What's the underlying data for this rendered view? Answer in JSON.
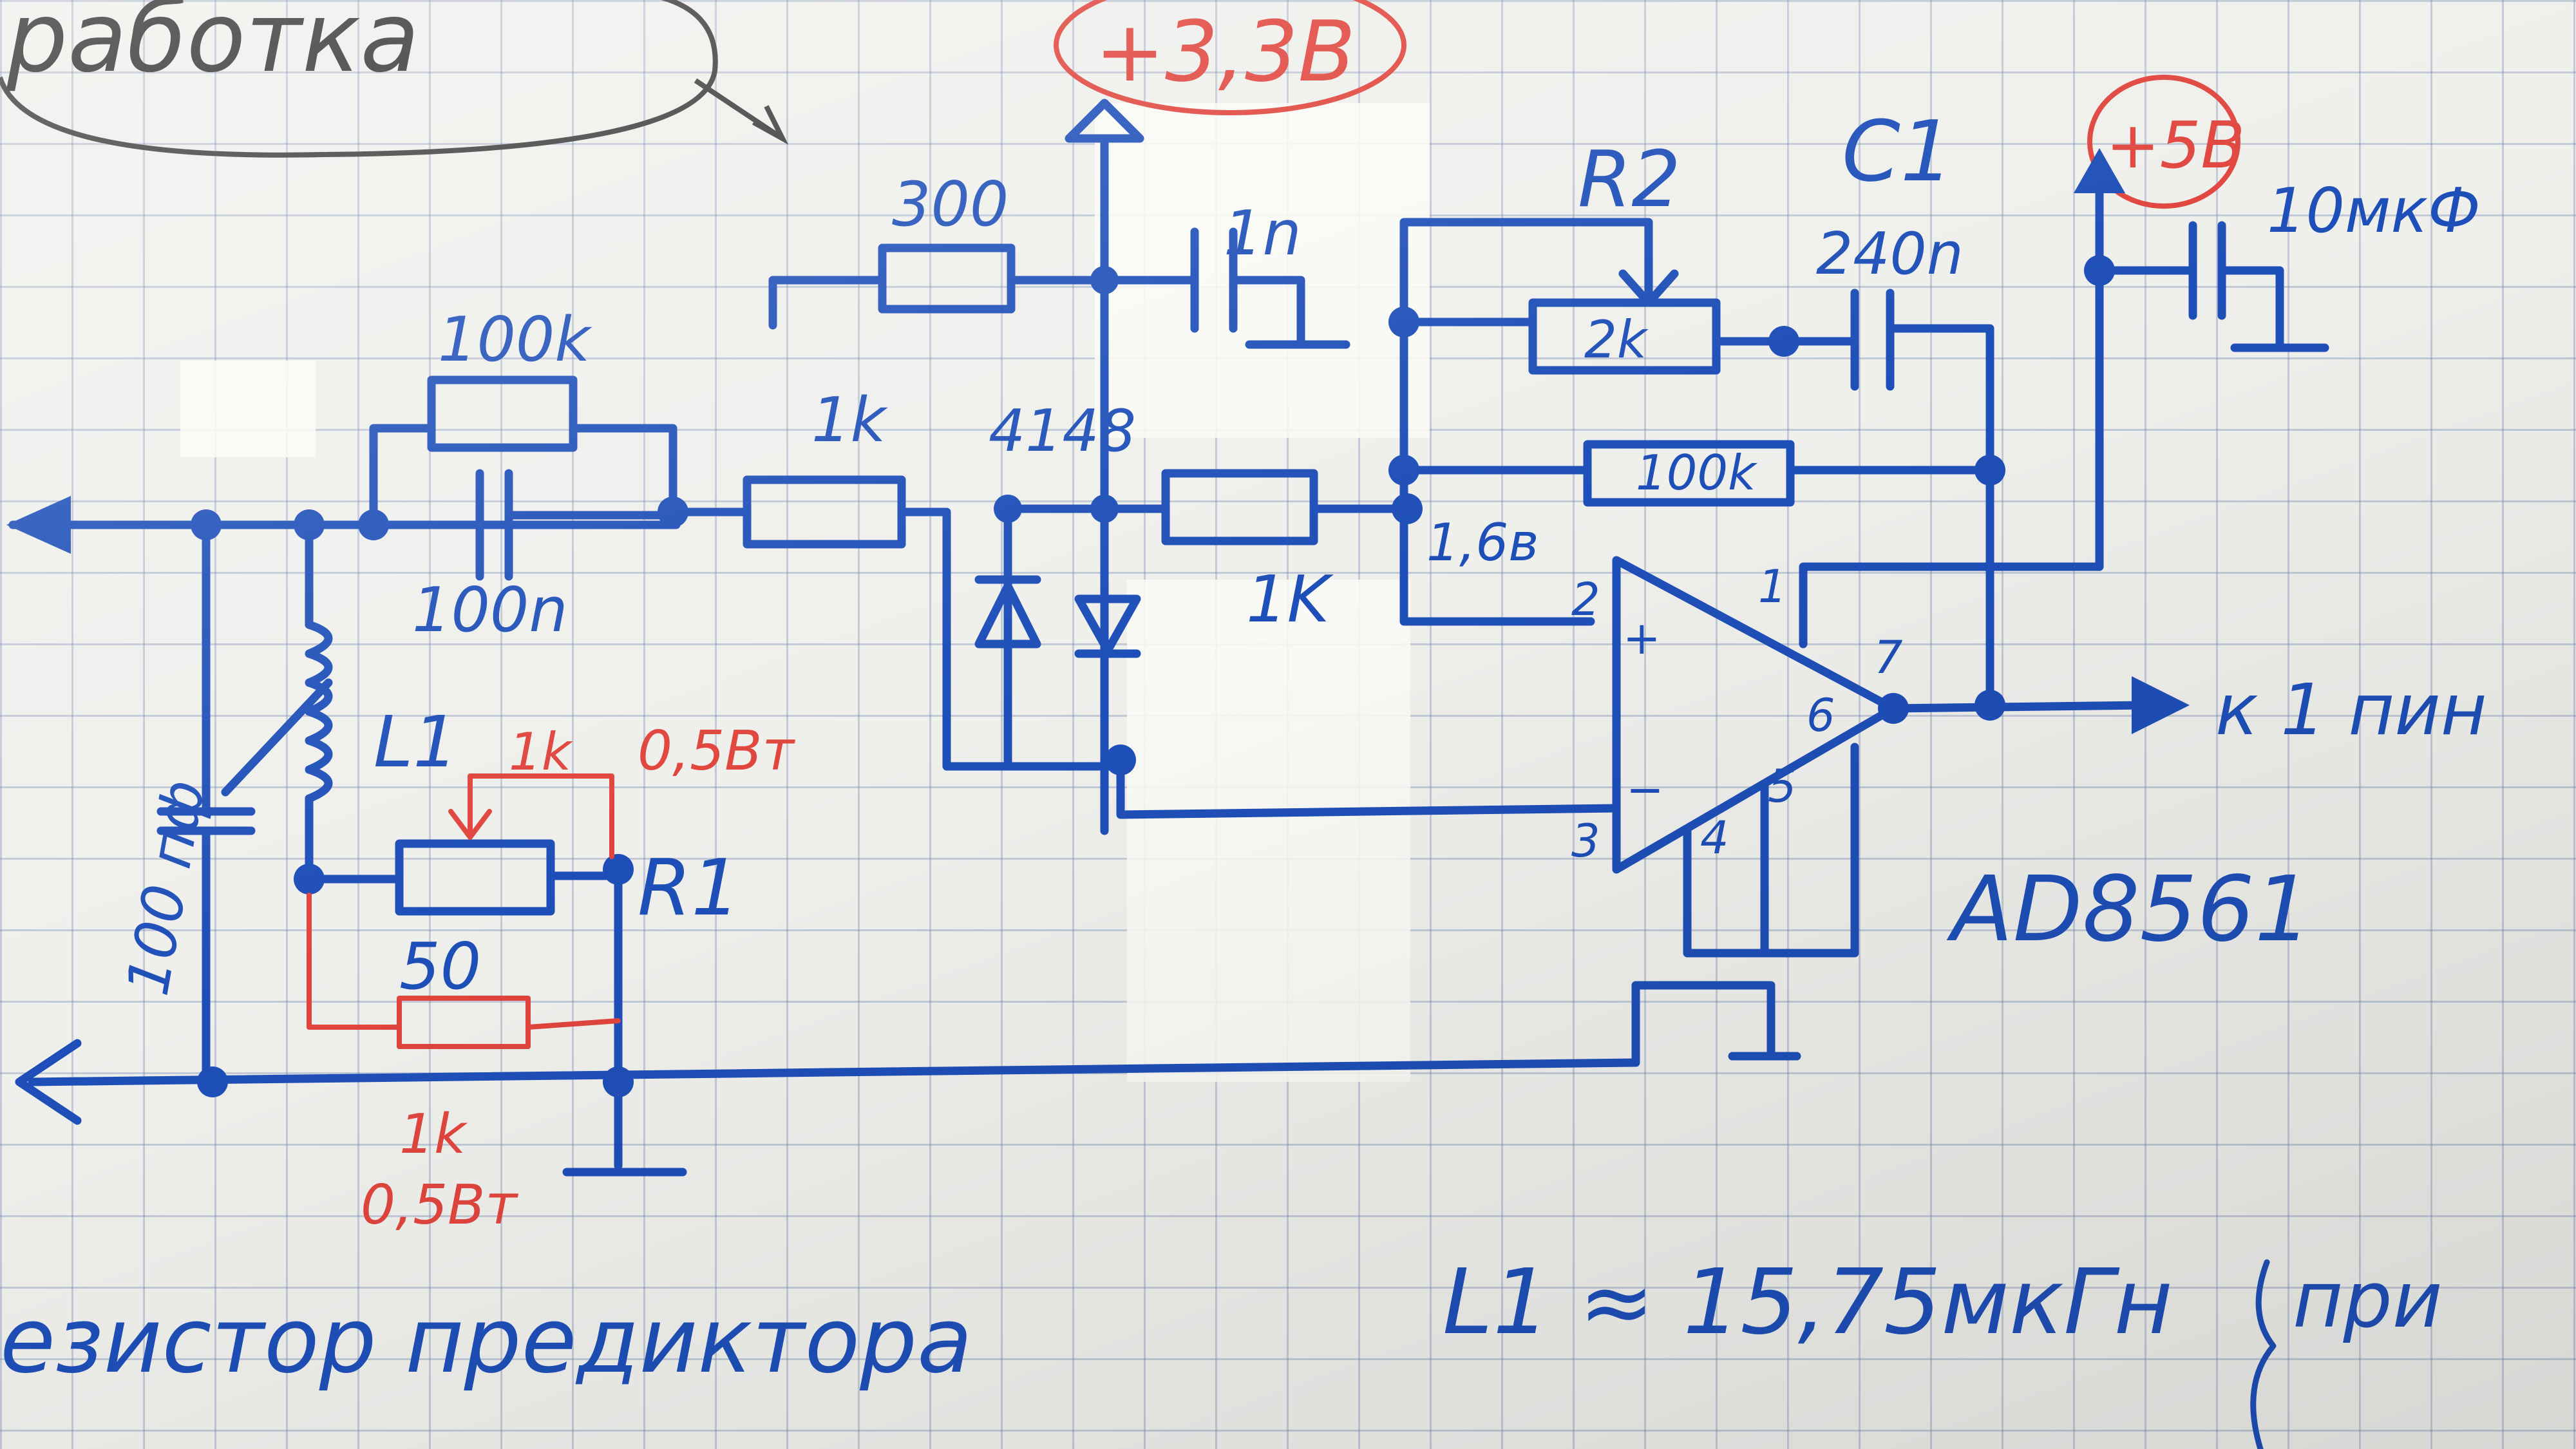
{
  "header_fragment": "работка",
  "supply": {
    "v33": "+3,3В",
    "v5": "+5В"
  },
  "resistors": {
    "r300": "300",
    "r100k_top": "100k",
    "r1k_mid": "1k",
    "r2_value": "2k",
    "r_feedback": "100k",
    "r1k_pin2": "1K",
    "r1_value": "1k",
    "r1_power": "0,5Вт",
    "r50": "50",
    "r1k_bottom": "1k",
    "r1k_bottom_power": "0,5Вт"
  },
  "capacitors": {
    "c1n": "1n",
    "c_input": "100n",
    "c1_value": "240n",
    "c_bypass": "10мкФ",
    "c_tank": "100 пф"
  },
  "labels": {
    "L1": "L1",
    "R1": "R1",
    "R2": "R2",
    "C1": "C1",
    "diode": "4148",
    "bias_voltage": "1,6в",
    "opamp": "AD8561",
    "output": "к 1 пин"
  },
  "pins": [
    "1",
    "2",
    "3",
    "4",
    "5",
    "6",
    "7"
  ],
  "footer": {
    "left_text": "езистор предиктора",
    "formula": "L1 ≈ 15,75мкГн",
    "note": "при"
  },
  "colors": {
    "ink_blue": "#1e4fb8",
    "ink_red": "#e0453d",
    "grid": "#8a9ac0",
    "paper": "#efefec"
  }
}
